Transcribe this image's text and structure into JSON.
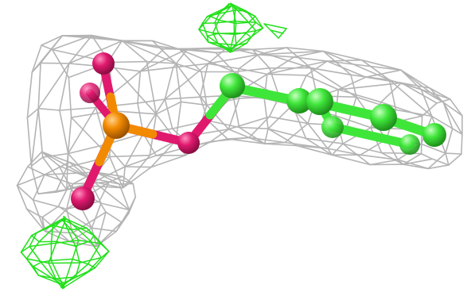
{
  "scene": {
    "background": "#ffffff",
    "colors": {
      "density_map": "#b4b4b4",
      "difference_map": "#22e01a",
      "carbon": "#3fe63a",
      "phosphorus": "#f28a00",
      "oxygen": "#e0196e"
    },
    "objects": [
      "electron-density-mesh",
      "positive-difference-density-top",
      "positive-difference-density-bottom-left",
      "phosphate-group",
      "bridging-oxygen",
      "carbon-chain"
    ]
  }
}
